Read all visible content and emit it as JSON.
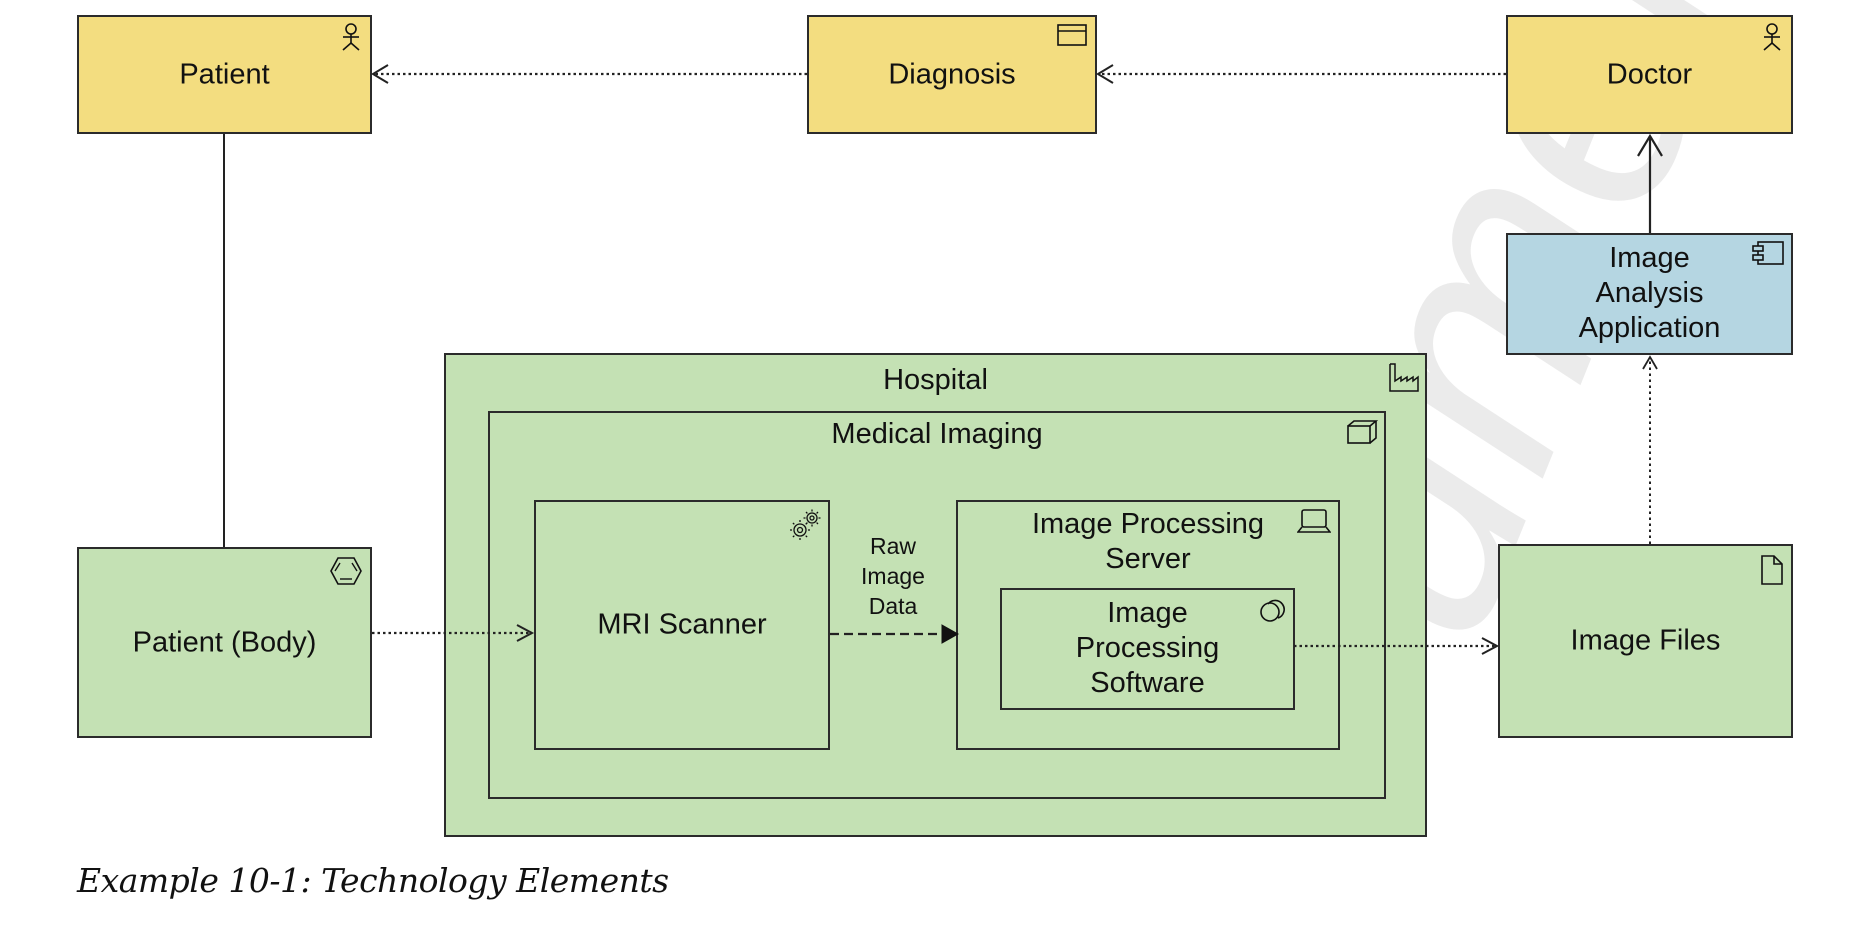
{
  "diagram": {
    "type": "ArchiMate technology layer view",
    "colors": {
      "business": "#f3dd80",
      "application": "#b5d6e2",
      "technology": "#c4e1b4",
      "stroke": "#2b2b2b"
    },
    "elements": {
      "patient": {
        "label": "Patient",
        "type": "business-actor",
        "icon": "actor-icon"
      },
      "diagnosis": {
        "label": "Diagnosis",
        "type": "business-object",
        "icon": "business-object-icon"
      },
      "doctor": {
        "label": "Doctor",
        "type": "business-actor",
        "icon": "actor-icon"
      },
      "image_analysis_application": {
        "label": "Image Analysis Application",
        "lines": [
          "Image",
          "Analysis",
          "Application"
        ],
        "type": "application-component",
        "icon": "component-icon"
      },
      "patient_body": {
        "label": "Patient (Body)",
        "type": "material",
        "icon": "material-icon"
      },
      "hospital": {
        "label": "Hospital",
        "type": "facility",
        "icon": "factory-icon"
      },
      "medical_imaging": {
        "label": "Medical Imaging",
        "type": "node",
        "icon": "node-cube-icon"
      },
      "mri_scanner": {
        "label": "MRI Scanner",
        "type": "equipment",
        "icon": "gears-icon"
      },
      "image_processing_server": {
        "label": "Image Processing Server",
        "lines": [
          "Image Processing",
          "Server"
        ],
        "type": "device",
        "icon": "laptop-icon"
      },
      "image_processing_software": {
        "label": "Image Processing Software",
        "lines": [
          "Image",
          "Processing",
          "Software"
        ],
        "type": "system-software",
        "icon": "system-software-icon"
      },
      "image_files": {
        "label": "Image Files",
        "type": "artifact",
        "icon": "document-icon"
      }
    },
    "relationships": [
      {
        "from": "Diagnosis",
        "to": "Patient",
        "type": "influence/serving (dotted, open arrow)"
      },
      {
        "from": "Doctor",
        "to": "Diagnosis",
        "type": "dotted, open arrow"
      },
      {
        "from": "Image Analysis Application",
        "to": "Doctor",
        "type": "serving (solid, open arrow)"
      },
      {
        "from": "Image Files",
        "to": "Image Analysis Application",
        "type": "access (dotted, open arrow)"
      },
      {
        "from": "Patient",
        "to": "Patient (Body)",
        "type": "association (solid line)"
      },
      {
        "from": "Patient (Body)",
        "to": "MRI Scanner",
        "type": "access (dotted, open arrow)"
      },
      {
        "from": "MRI Scanner",
        "to": "Image Processing Server",
        "type": "flow (dashed, filled arrow)",
        "label": "Raw Image Data",
        "label_lines": [
          "Raw",
          "Image",
          "Data"
        ]
      },
      {
        "from": "Image Processing Software",
        "to": "Image Files",
        "type": "access (dotted, open arrow)"
      }
    ]
  },
  "caption": "Example 10-1:  Technology Elements",
  "watermark": "ument."
}
